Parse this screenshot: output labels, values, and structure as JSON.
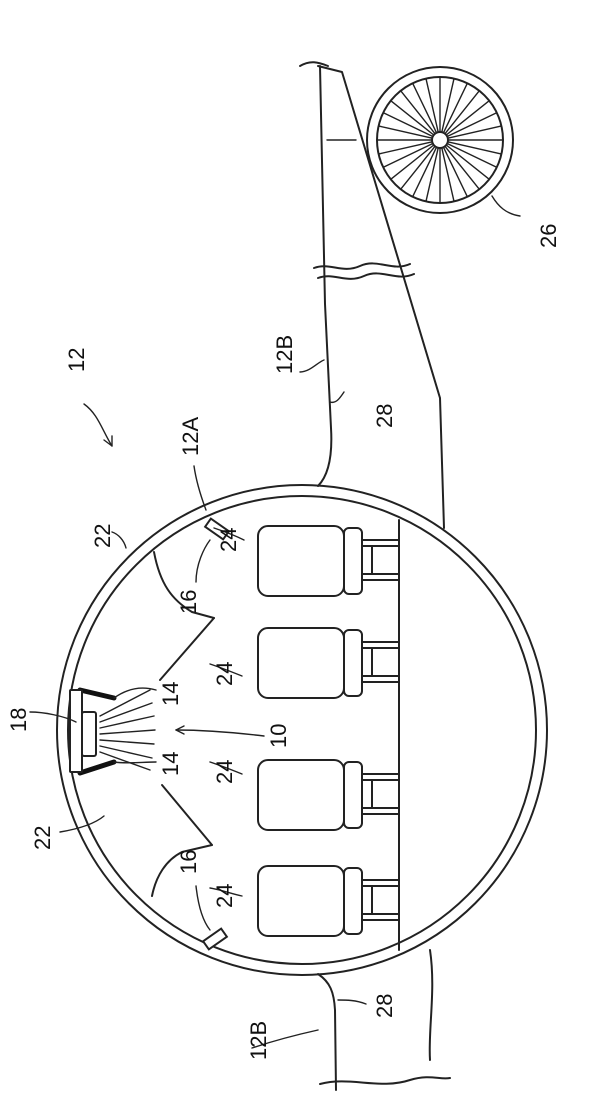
{
  "labels": {
    "aircraft": "12",
    "fuselage": "12A",
    "wing_right": "12B",
    "wing_left": "12B",
    "wheel": "26",
    "flap_right": "28",
    "flap_left": "28",
    "bin_top": "22",
    "bin_bottom": "22",
    "device": "10",
    "louver_upper": "14",
    "louver_lower": "14",
    "light": "18",
    "vent_right": "16",
    "vent_left": "16",
    "seat_1": "24",
    "seat_2": "24",
    "seat_3": "24",
    "seat_4": "24"
  }
}
